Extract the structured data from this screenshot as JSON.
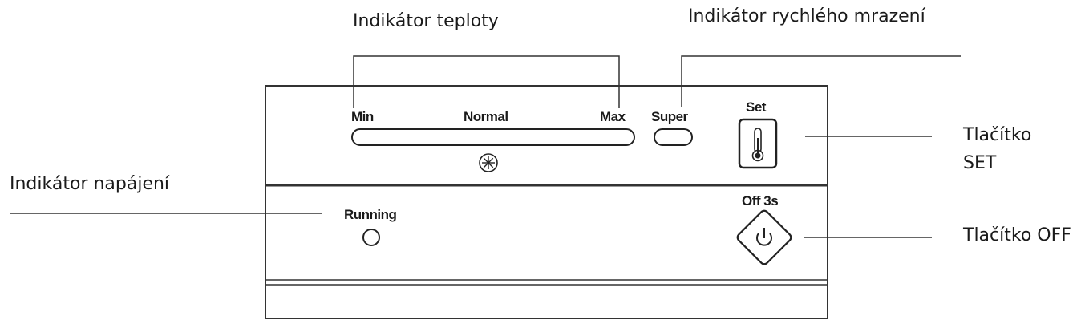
{
  "callouts": {
    "temperature_indicator": "Indikátor teploty",
    "super_freeze_indicator": "Indikátor rychlého mrazení",
    "power_indicator": "Indikátor napájení",
    "set_button_line1": "Tlačítko",
    "set_button_line2": "SET",
    "off_button": "Tlačítko OFF"
  },
  "panel": {
    "min_label": "Min",
    "normal_label": "Normal",
    "max_label": "Max",
    "super_label": "Super",
    "set_label": "Set",
    "running_label": "Running",
    "off_label": "Off 3s"
  },
  "icons": {
    "snowflake": "snowflake-icon",
    "thermometer": "thermometer-icon",
    "power": "power-icon"
  }
}
